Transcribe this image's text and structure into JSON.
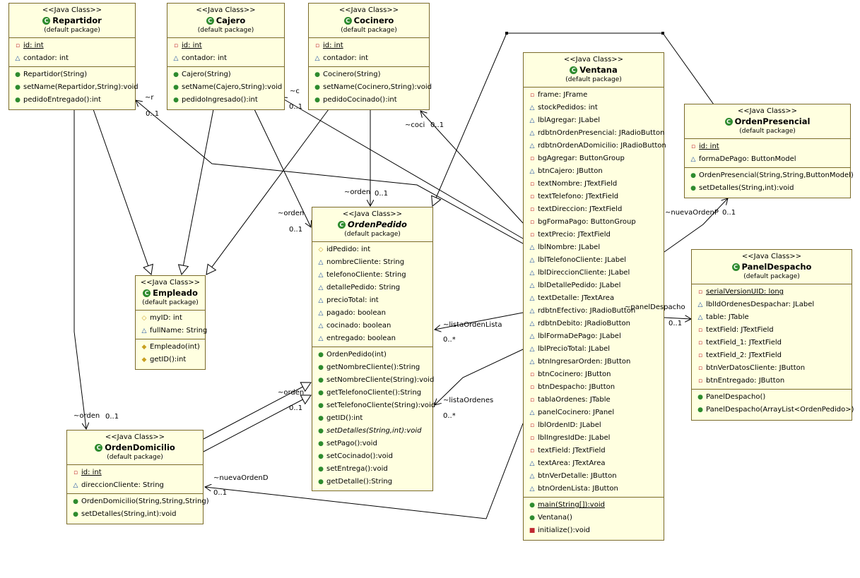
{
  "stereotype": "<<Java Class>>",
  "package": "(default package)",
  "classes": {
    "repartidor": {
      "name": "Repartidor",
      "attrs": [
        {
          "icon": "▫",
          "vis": "priv",
          "text": "id: int",
          "ul": true
        },
        {
          "icon": "△",
          "vis": "pkg",
          "text": "contador: int"
        }
      ],
      "methods": [
        {
          "icon": "●",
          "vis": "pub",
          "text": "Repartidor(String)"
        },
        {
          "icon": "●",
          "vis": "pub",
          "text": "setName(Repartidor,String):void"
        },
        {
          "icon": "●",
          "vis": "pub",
          "text": "pedidoEntregado():int"
        }
      ]
    },
    "cajero": {
      "name": "Cajero",
      "attrs": [
        {
          "icon": "▫",
          "vis": "priv",
          "text": "id: int",
          "ul": true
        },
        {
          "icon": "△",
          "vis": "pkg",
          "text": "contador: int"
        }
      ],
      "methods": [
        {
          "icon": "●",
          "vis": "pub",
          "text": "Cajero(String)"
        },
        {
          "icon": "●",
          "vis": "pub",
          "text": "setName(Cajero,String):void"
        },
        {
          "icon": "●",
          "vis": "pub",
          "text": "pedidoIngresado():int"
        }
      ]
    },
    "cocinero": {
      "name": "Cocinero",
      "attrs": [
        {
          "icon": "▫",
          "vis": "priv",
          "text": "id: int",
          "ul": true
        },
        {
          "icon": "△",
          "vis": "pkg",
          "text": "contador: int"
        }
      ],
      "methods": [
        {
          "icon": "●",
          "vis": "pub",
          "text": "Cocinero(String)"
        },
        {
          "icon": "●",
          "vis": "pub",
          "text": "setName(Cocinero,String):void"
        },
        {
          "icon": "●",
          "vis": "pub",
          "text": "pedidoCocinado():int"
        }
      ]
    },
    "empleado": {
      "name": "Empleado",
      "attrs": [
        {
          "icon": "◇",
          "vis": "prot",
          "text": "myID: int"
        },
        {
          "icon": "△",
          "vis": "pkg",
          "text": "fullName: String"
        }
      ],
      "methods": [
        {
          "icon": "◆",
          "vis": "prot",
          "text": "Empleado(int)"
        },
        {
          "icon": "◆",
          "vis": "prot",
          "text": "getID():int"
        }
      ]
    },
    "ordenPedido": {
      "name": "OrdenPedido",
      "attrs": [
        {
          "icon": "◇",
          "vis": "prot",
          "text": "idPedido: int"
        },
        {
          "icon": "△",
          "vis": "pkg",
          "text": "nombreCliente: String"
        },
        {
          "icon": "△",
          "vis": "pkg",
          "text": "telefonoCliente: String"
        },
        {
          "icon": "△",
          "vis": "pkg",
          "text": "detallePedido: String"
        },
        {
          "icon": "△",
          "vis": "pkg",
          "text": "precioTotal: int"
        },
        {
          "icon": "△",
          "vis": "pkg",
          "text": "pagado: boolean"
        },
        {
          "icon": "△",
          "vis": "pkg",
          "text": "cocinado: boolean"
        },
        {
          "icon": "△",
          "vis": "pkg",
          "text": "entregado: boolean"
        }
      ],
      "methods": [
        {
          "icon": "●",
          "vis": "pub",
          "text": "OrdenPedido(int)"
        },
        {
          "icon": "●",
          "vis": "pub",
          "text": "getNombreCliente():String"
        },
        {
          "icon": "●",
          "vis": "pub",
          "text": "setNombreCliente(String):void"
        },
        {
          "icon": "●",
          "vis": "pub",
          "text": "getTelefonoCliente():String"
        },
        {
          "icon": "●",
          "vis": "pub",
          "text": "setTelefonoCliente(String):void"
        },
        {
          "icon": "●",
          "vis": "pub",
          "text": "getID():int"
        },
        {
          "icon": "●",
          "vis": "pub",
          "text": "setDetalles(String,int):void",
          "it": true
        },
        {
          "icon": "●",
          "vis": "pub",
          "text": "setPago():void"
        },
        {
          "icon": "●",
          "vis": "pub",
          "text": "setCocinado():void"
        },
        {
          "icon": "●",
          "vis": "pub",
          "text": "setEntrega():void"
        },
        {
          "icon": "●",
          "vis": "pub",
          "text": "getDetalle():String"
        }
      ]
    },
    "ordenDomicilio": {
      "name": "OrdenDomicilio",
      "attrs": [
        {
          "icon": "▫",
          "vis": "priv",
          "text": "id: int",
          "ul": true
        },
        {
          "icon": "△",
          "vis": "pkg",
          "text": "direccionCliente: String"
        }
      ],
      "methods": [
        {
          "icon": "●",
          "vis": "pub",
          "text": "OrdenDomicilio(String,String,String)"
        },
        {
          "icon": "●",
          "vis": "pub",
          "text": "setDetalles(String,int):void"
        }
      ]
    },
    "ventana": {
      "name": "Ventana",
      "attrs": [
        {
          "icon": "▫",
          "vis": "priv",
          "text": "frame: JFrame"
        },
        {
          "icon": "△",
          "vis": "pkg",
          "text": "stockPedidos: int"
        },
        {
          "icon": "△",
          "vis": "pkg",
          "text": "lblAgregar: JLabel"
        },
        {
          "icon": "△",
          "vis": "pkg",
          "text": "rdbtnOrdenPresencial: JRadioButton"
        },
        {
          "icon": "△",
          "vis": "pkg",
          "text": "rdbtnOrdenADomicilio: JRadioButton"
        },
        {
          "icon": "▫",
          "vis": "priv",
          "text": "bgAgregar: ButtonGroup"
        },
        {
          "icon": "△",
          "vis": "pkg",
          "text": "btnCajero: JButton"
        },
        {
          "icon": "▫",
          "vis": "priv",
          "text": "textNombre: JTextField"
        },
        {
          "icon": "▫",
          "vis": "priv",
          "text": "textTelefono: JTextField"
        },
        {
          "icon": "▫",
          "vis": "priv",
          "text": "textDireccion: JTextField"
        },
        {
          "icon": "▫",
          "vis": "priv",
          "text": "bgFormaPago: ButtonGroup"
        },
        {
          "icon": "▫",
          "vis": "priv",
          "text": "textPrecio: JTextField"
        },
        {
          "icon": "△",
          "vis": "pkg",
          "text": "lblNombre: JLabel"
        },
        {
          "icon": "△",
          "vis": "pkg",
          "text": "lblTelefonoCliente: JLabel"
        },
        {
          "icon": "△",
          "vis": "pkg",
          "text": "lblDireccionCliente: JLabel"
        },
        {
          "icon": "△",
          "vis": "pkg",
          "text": "lblDetallePedido: JLabel"
        },
        {
          "icon": "△",
          "vis": "pkg",
          "text": "textDetalle: JTextArea"
        },
        {
          "icon": "△",
          "vis": "pkg",
          "text": "rdbtnEfectivo: JRadioButton"
        },
        {
          "icon": "△",
          "vis": "pkg",
          "text": "rdbtnDebito: JRadioButton"
        },
        {
          "icon": "△",
          "vis": "pkg",
          "text": "lblFormaDePago: JLabel"
        },
        {
          "icon": "△",
          "vis": "pkg",
          "text": "lblPrecioTotal: JLabel"
        },
        {
          "icon": "△",
          "vis": "pkg",
          "text": "btnIngresarOrden: JButton"
        },
        {
          "icon": "▫",
          "vis": "priv",
          "text": "btnCocinero: JButton"
        },
        {
          "icon": "▫",
          "vis": "priv",
          "text": "btnDespacho: JButton"
        },
        {
          "icon": "▫",
          "vis": "priv",
          "text": "tablaOrdenes: JTable"
        },
        {
          "icon": "△",
          "vis": "pkg",
          "text": "panelCocinero: JPanel"
        },
        {
          "icon": "▫",
          "vis": "priv",
          "text": "lblOrdenID: JLabel"
        },
        {
          "icon": "▫",
          "vis": "priv",
          "text": "lblIngresIdDe: JLabel"
        },
        {
          "icon": "▫",
          "vis": "priv",
          "text": "textField: JTextField"
        },
        {
          "icon": "△",
          "vis": "pkg",
          "text": "textArea: JTextArea"
        },
        {
          "icon": "△",
          "vis": "pkg",
          "text": "btnVerDetalle: JButton"
        },
        {
          "icon": "△",
          "vis": "pkg",
          "text": "btnOrdenLista: JButton"
        }
      ],
      "methods": [
        {
          "icon": "●",
          "vis": "pub",
          "text": "main(String[]):void",
          "ul": true
        },
        {
          "icon": "●",
          "vis": "pub",
          "text": "Ventana()"
        },
        {
          "icon": "■",
          "vis": "priv",
          "text": "initialize():void"
        }
      ]
    },
    "ordenPresencial": {
      "name": "OrdenPresencial",
      "attrs": [
        {
          "icon": "▫",
          "vis": "priv",
          "text": "id: int",
          "ul": true
        },
        {
          "icon": "△",
          "vis": "pkg",
          "text": "formaDePago: ButtonModel"
        }
      ],
      "methods": [
        {
          "icon": "●",
          "vis": "pub",
          "text": "OrdenPresencial(String,String,ButtonModel)"
        },
        {
          "icon": "●",
          "vis": "pub",
          "text": "setDetalles(String,int):void"
        }
      ]
    },
    "panelDespacho": {
      "name": "PanelDespacho",
      "attrs": [
        {
          "icon": "▫",
          "vis": "priv",
          "text": "serialVersionUID: long",
          "ul": true
        },
        {
          "icon": "△",
          "vis": "pkg",
          "text": "lblIdOrdenesDespachar: JLabel"
        },
        {
          "icon": "△",
          "vis": "pkg",
          "text": "table: JTable"
        },
        {
          "icon": "▫",
          "vis": "priv",
          "text": "textField: JTextField"
        },
        {
          "icon": "▫",
          "vis": "priv",
          "text": "textField_1: JTextField"
        },
        {
          "icon": "▫",
          "vis": "priv",
          "text": "textField_2: JTextField"
        },
        {
          "icon": "▫",
          "vis": "priv",
          "text": "btnVerDatosCliente: JButton"
        },
        {
          "icon": "▫",
          "vis": "priv",
          "text": "btnEntregado: JButton"
        }
      ],
      "methods": [
        {
          "icon": "●",
          "vis": "pub",
          "text": "PanelDespacho()"
        },
        {
          "icon": "●",
          "vis": "pub",
          "text": "PanelDespacho(ArrayList<OrdenPedido>)"
        }
      ]
    }
  },
  "labels": {
    "r": "~r",
    "r_mult": "0..1",
    "c": "~c",
    "c_mult": "0..1",
    "coci": "~coci",
    "coci_mult": "0..1",
    "orden_top": "~orden",
    "orden_top_mult": "0..1",
    "orden_left": "~orden",
    "orden_left_mult": "0..1",
    "orden_dom": "~orden",
    "orden_dom_mult": "0..1",
    "orden_dom2": "~orden",
    "orden_dom2_mult": "0..1",
    "listaOrdenLista": "~listaOrdenLista",
    "listaOrdenLista_mult": "0..*",
    "listaOrdenes": "~listaOrdenes",
    "listaOrdenes_mult": "0..*",
    "nuevaOrdenD": "~nuevaOrdenD",
    "nuevaOrdenD_mult": "0..1",
    "nuevaOrdenP": "~nuevaOrdenP",
    "nuevaOrdenP_mult": "0..1",
    "panelDespacho": "~panelDespacho",
    "panelDespacho_mult": "0..1"
  },
  "colors": {
    "box_fill": "#ffffe0",
    "box_border": "#7a6a2a",
    "line": "#000000",
    "private": "#c0282f",
    "package": "#1d4fa0",
    "public": "#2e8b2e",
    "protected": "#c8a020"
  }
}
